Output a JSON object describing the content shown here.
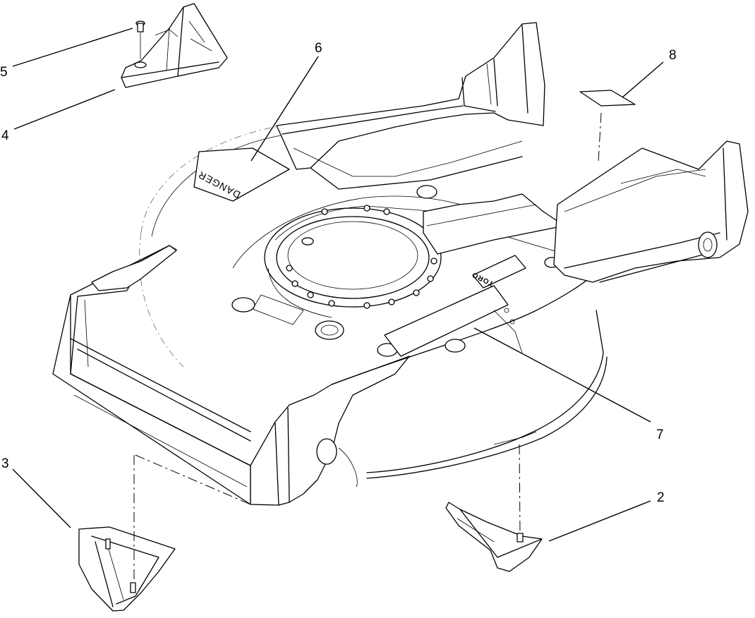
{
  "callouts": [
    {
      "id": "1-unused",
      "label": ""
    },
    {
      "id": "2",
      "label": "2"
    },
    {
      "id": "3",
      "label": "3"
    },
    {
      "id": "4",
      "label": "4"
    },
    {
      "id": "5",
      "label": "5"
    },
    {
      "id": "6",
      "label": "6"
    },
    {
      "id": "7",
      "label": "7"
    },
    {
      "id": "8",
      "label": "8"
    }
  ],
  "decals": {
    "danger_text": "DANGER",
    "logo_text": "TORO"
  }
}
